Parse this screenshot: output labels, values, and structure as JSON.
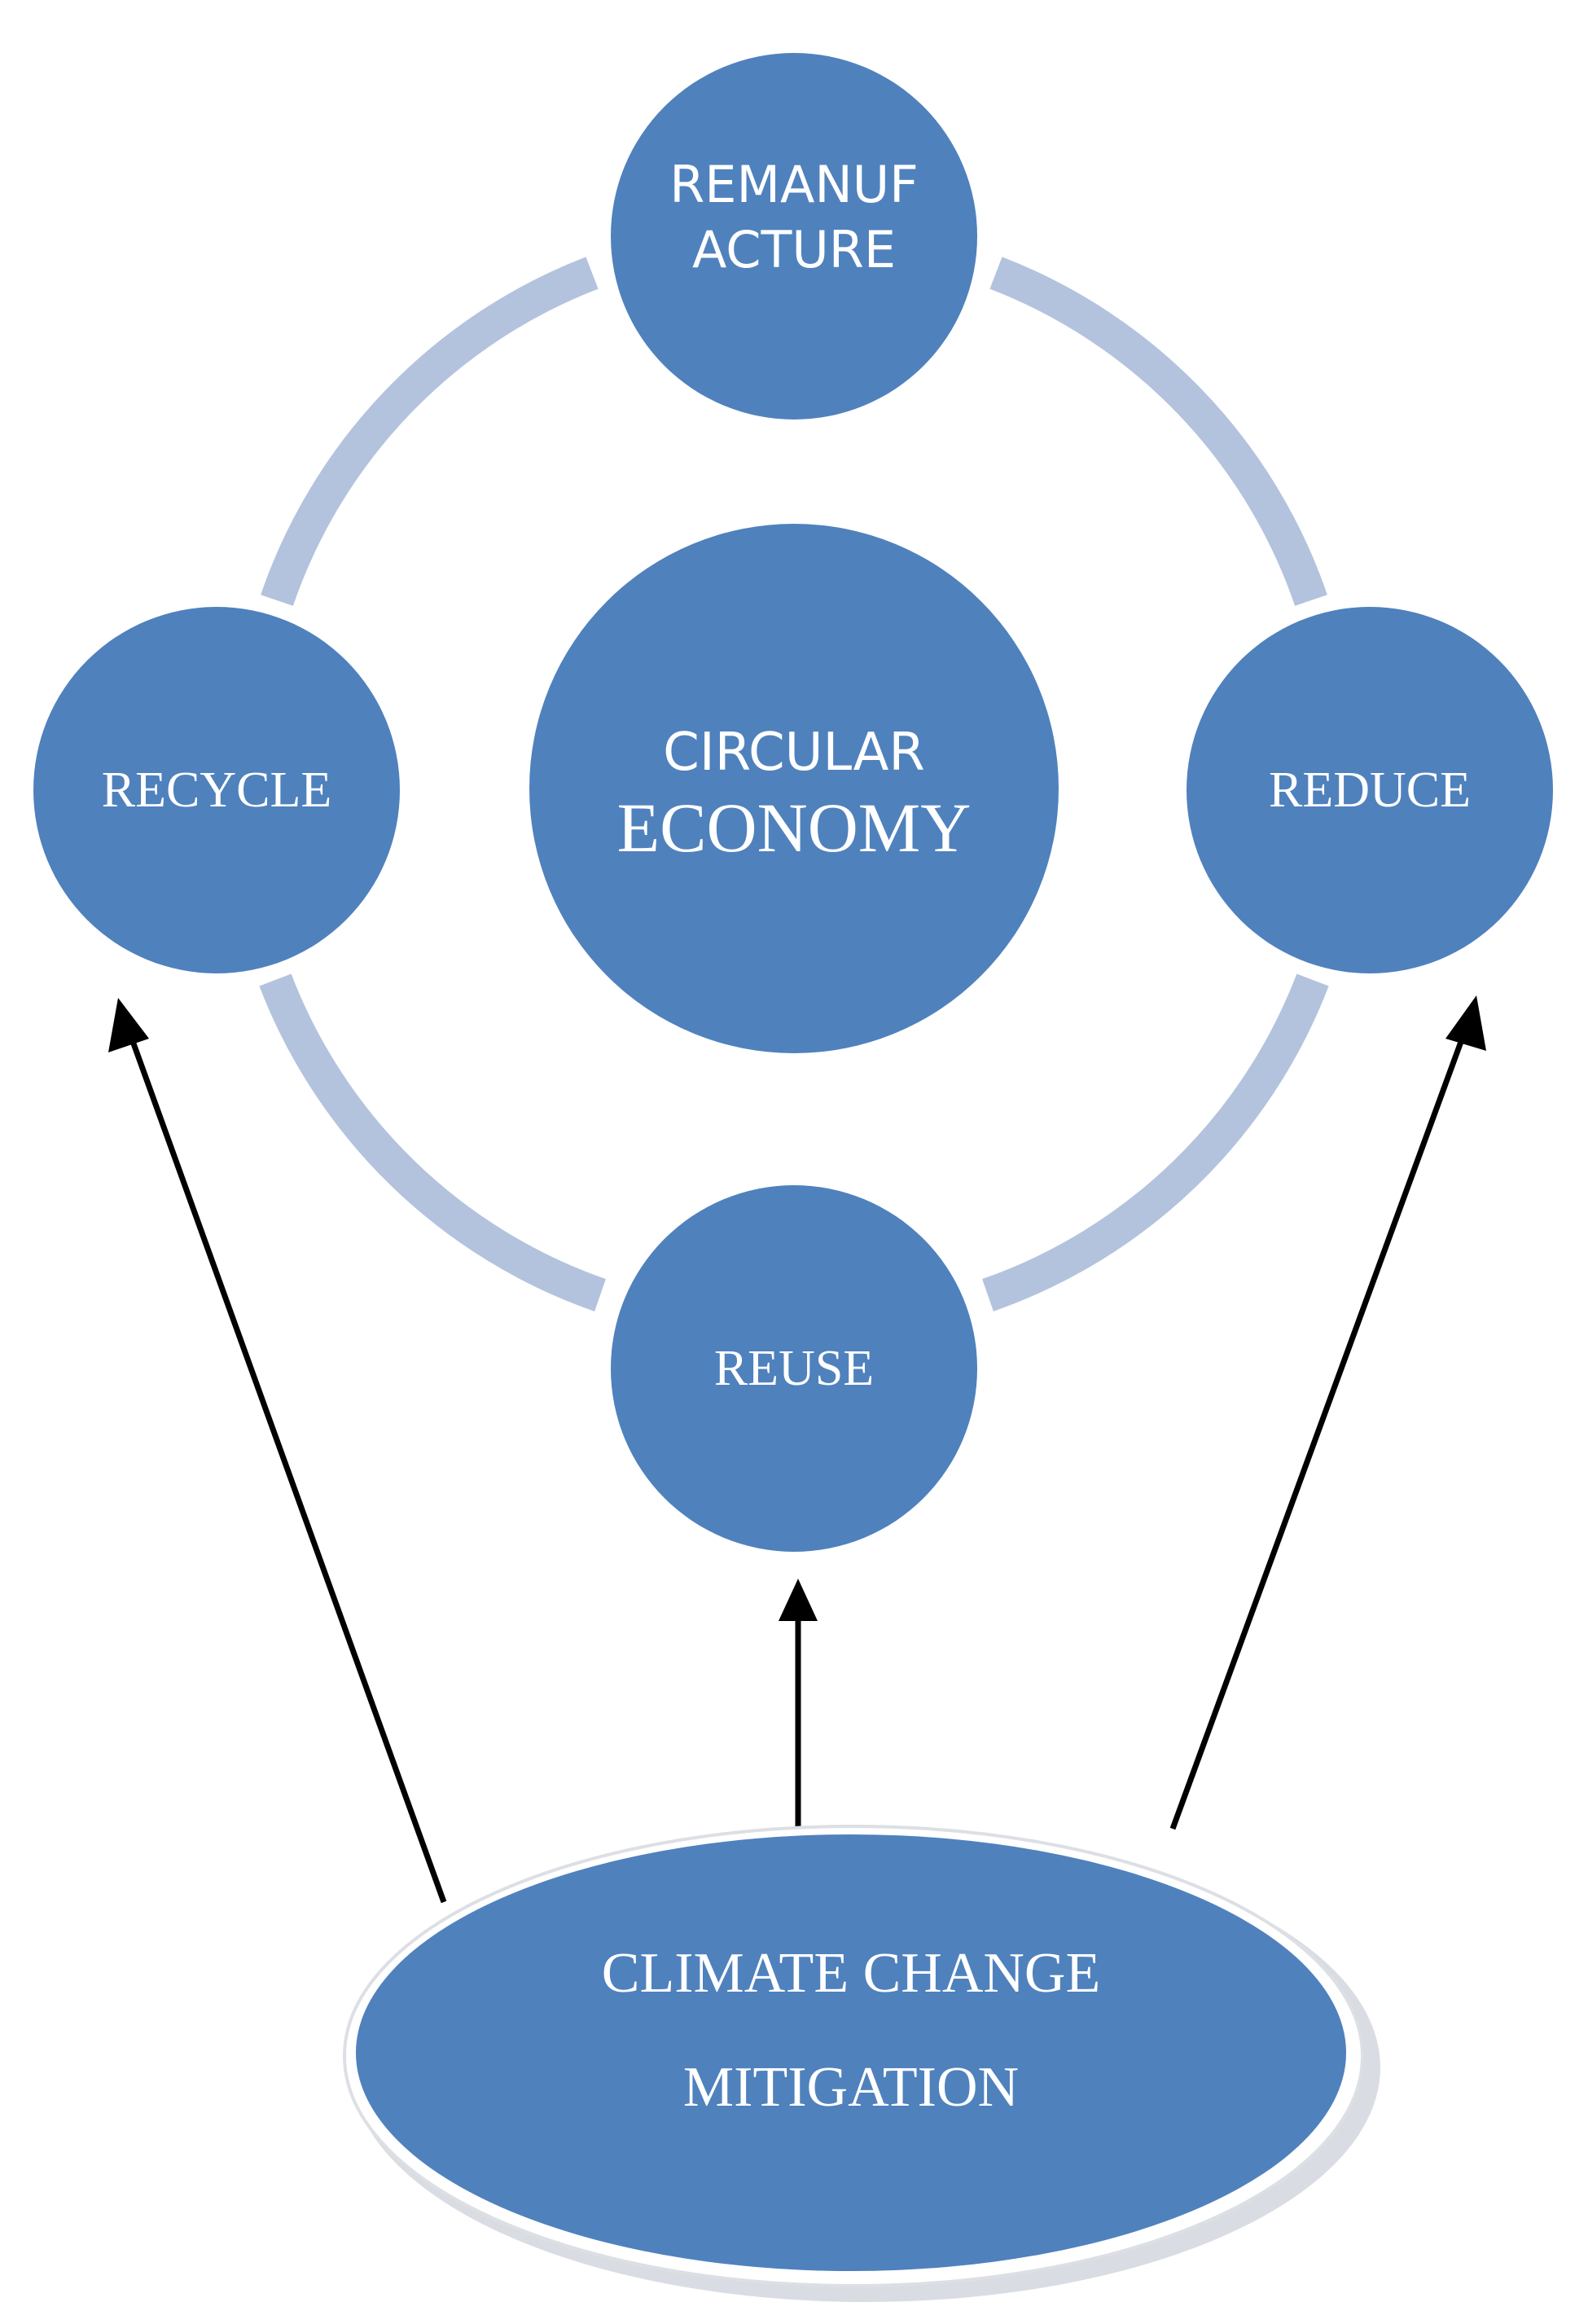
{
  "diagram": {
    "center": {
      "line1": "CIRCULAR",
      "line2": "ECONOMY"
    },
    "nodes": {
      "top": {
        "line1": "REMANUF",
        "line2": "ACTURE"
      },
      "left": {
        "label": "RECYCLE"
      },
      "right": {
        "label": "REDUCE"
      },
      "bottom": {
        "label": "REUSE"
      }
    },
    "driver": {
      "line1": "CLIMATE CHANGE",
      "line2": "MITIGATION"
    },
    "colors": {
      "node": "#4f81bd",
      "ring": "#b3c3de",
      "arrow": "#000000",
      "text": "#ffffff"
    }
  }
}
